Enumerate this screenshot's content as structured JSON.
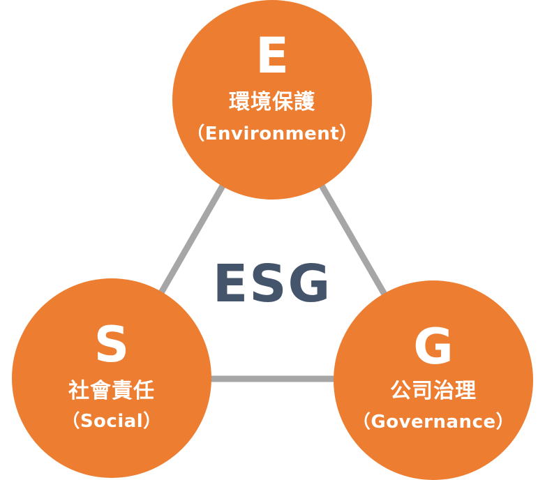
{
  "diagram": {
    "center_label": "ESG",
    "colors": {
      "circle_fill": "#ED7D31",
      "circle_text": "#FFFFFF",
      "center_text": "#44546A",
      "connector": "#A6A6A6"
    },
    "nodes": [
      {
        "letter": "E",
        "zh": "環境保護",
        "en": "（Environment）"
      },
      {
        "letter": "S",
        "zh": "社會責任",
        "en": "（Social）"
      },
      {
        "letter": "G",
        "zh": "公司治理",
        "en": "（Governance）"
      }
    ],
    "edges": [
      [
        "E",
        "S"
      ],
      [
        "E",
        "G"
      ],
      [
        "S",
        "G"
      ]
    ]
  }
}
